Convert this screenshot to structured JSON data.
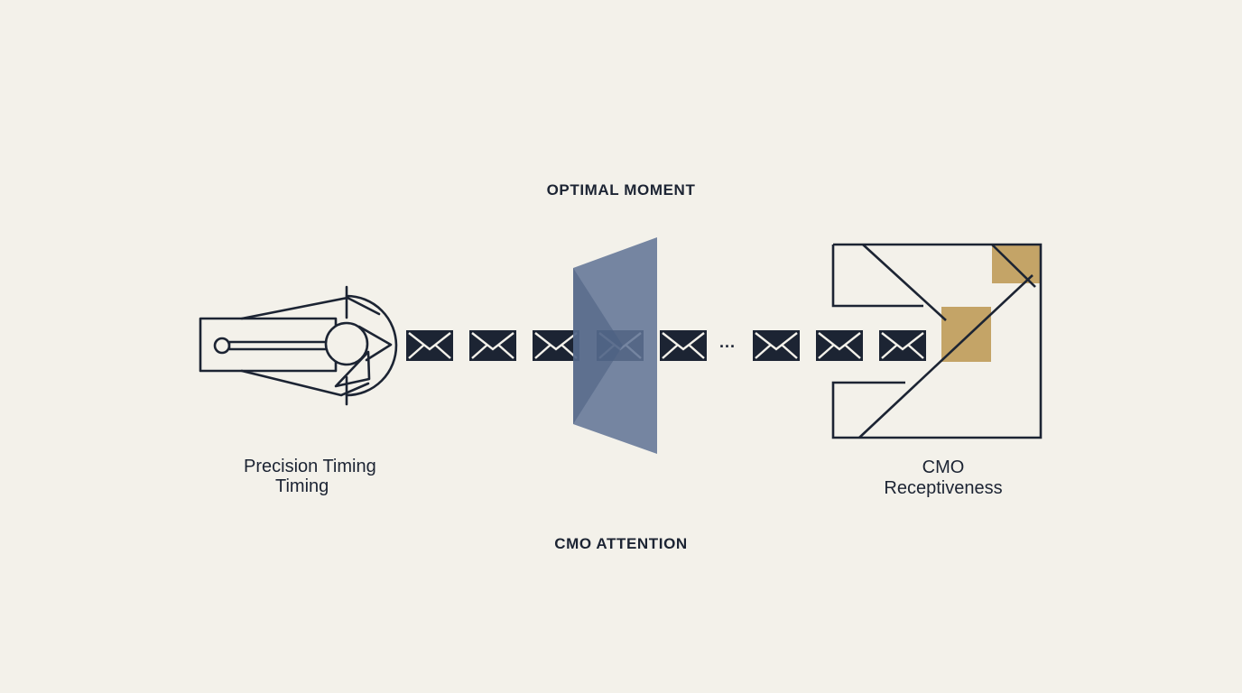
{
  "labels": {
    "top": "OPTIMAL MOMENT",
    "bottom": "CMO ATTENTION",
    "left_caption_line1": "Precision Timing",
    "left_caption_line2": "Timing",
    "right_caption_line1": "CMO",
    "right_caption_line2": "Receptiveness",
    "ellipsis": "..."
  },
  "icons": {
    "left": "precision-timing-icon",
    "message": "envelope-icon",
    "gate": "attention-gate",
    "right": "receptiveness-icon"
  },
  "colors": {
    "background": "#f3f1ea",
    "ink": "#1c2433",
    "gate": "#5f7395",
    "accent": "#c4a467"
  },
  "envelope_count_before_gap": 5,
  "envelope_count_after_gap": 3
}
